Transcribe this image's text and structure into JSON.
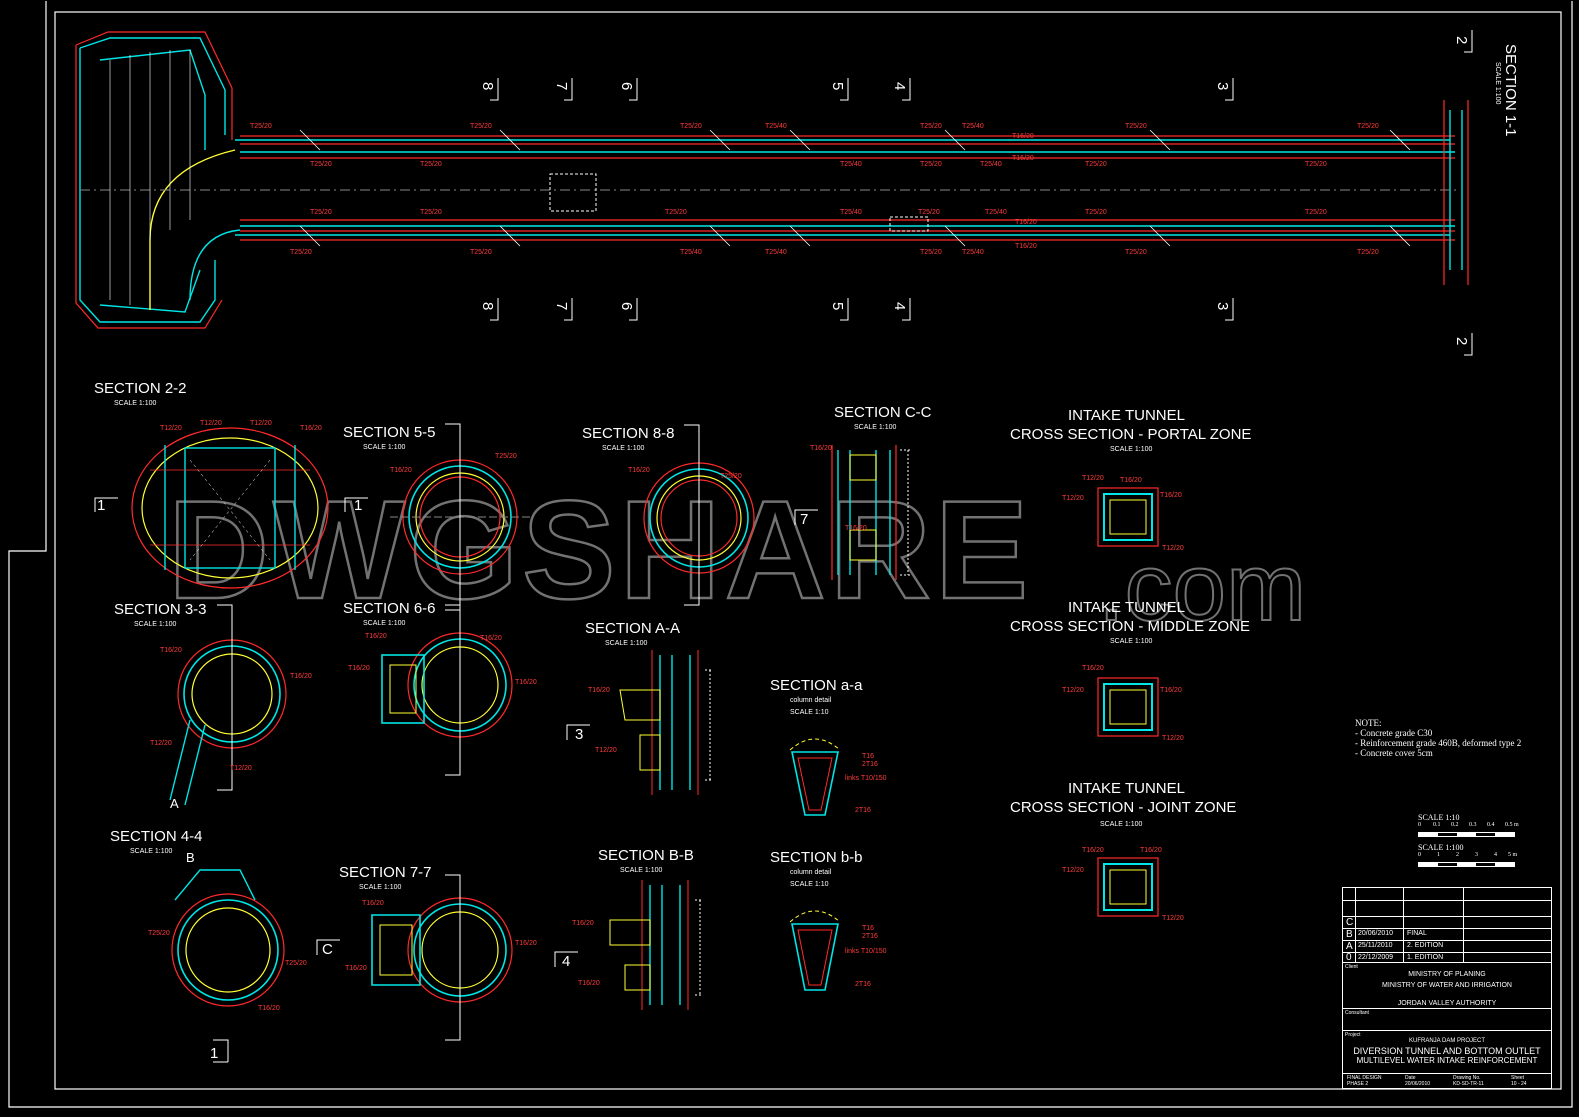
{
  "sections": {
    "s11": {
      "title": "SECTION 1-1",
      "scale": "SCALE 1:100"
    },
    "s22": {
      "title": "SECTION 2-2",
      "scale": "SCALE 1:100"
    },
    "s33": {
      "title": "SECTION 3-3",
      "scale": "SCALE 1:100"
    },
    "s44": {
      "title": "SECTION 4-4",
      "scale": "SCALE 1:100"
    },
    "s55": {
      "title": "SECTION 5-5",
      "scale": "SCALE 1:100"
    },
    "s66": {
      "title": "SECTION 6-6",
      "scale": "SCALE 1:100"
    },
    "s77": {
      "title": "SECTION 7-7",
      "scale": "SCALE 1:100"
    },
    "s88": {
      "title": "SECTION 8-8",
      "scale": "SCALE 1:100"
    },
    "sAA": {
      "title": "SECTION A-A",
      "scale": "SCALE 1:100"
    },
    "sBB": {
      "title": "SECTION B-B",
      "scale": "SCALE 1:100"
    },
    "sCC": {
      "title": "SECTION C-C",
      "scale": "SCALE 1:100"
    },
    "saa": {
      "title": "SECTION a-a",
      "sub": "column detail",
      "scale": "SCALE 1:10"
    },
    "sbb": {
      "title": "SECTION b-b",
      "sub": "column detail",
      "scale": "SCALE 1:10"
    }
  },
  "intake": {
    "portal": {
      "line1": "INTAKE TUNNEL",
      "line2": "CROSS SECTION - PORTAL ZONE",
      "scale": "SCALE 1:100"
    },
    "middle": {
      "line1": "INTAKE TUNNEL",
      "line2": "CROSS SECTION - MIDDLE ZONE",
      "scale": "SCALE 1:100"
    },
    "joint": {
      "line1": "INTAKE TUNNEL",
      "line2": "CROSS SECTION - JOINT ZONE",
      "scale": "SCALE 1:100"
    }
  },
  "cut_markers": {
    "top": [
      "8",
      "7",
      "6",
      "5",
      "4",
      "3",
      "2"
    ],
    "bottom": [
      "8",
      "7",
      "6",
      "5",
      "4",
      "3",
      "2"
    ],
    "side": {
      "one": "1",
      "three": "3",
      "four": "4",
      "seven": "7",
      "c": "C",
      "a": "A",
      "b": "B"
    }
  },
  "rebar_labels": {
    "t25_20": "T25/20",
    "t25_40": "T25/40",
    "t16_20": "T16/20",
    "t12_20": "T12/20",
    "t16": "T16",
    "two_t16": "2T16",
    "links": "links T10/150"
  },
  "note": {
    "heading": "NOTE:",
    "lines": [
      "- Concrete grade C30",
      "- Reinforcement grade 460B, deformed type 2",
      "- Concrete cover 5cm"
    ]
  },
  "scale_bars": {
    "s10": {
      "label": "SCALE 1:10",
      "ticks": [
        "0",
        "0.1",
        "0.2",
        "0.3",
        "0.4",
        "0.5 m"
      ]
    },
    "s100": {
      "label": "SCALE 1:100",
      "ticks": [
        "0",
        "1",
        "2",
        "3",
        "4",
        "5 m"
      ]
    }
  },
  "title_block": {
    "revisions": [
      {
        "rev": "C",
        "date": "",
        "desc": ""
      },
      {
        "rev": "B",
        "date": "20/06/2010",
        "desc": "FINAL"
      },
      {
        "rev": "A",
        "date": "25/11/2010",
        "desc": "2. EDITION"
      },
      {
        "rev": "0",
        "date": "22/12/2009",
        "desc": "1. EDITION"
      }
    ],
    "client_label": "Client",
    "client_lines": [
      "MINISTRY OF PLANING",
      "MINISTRY OF WATER AND IRRIGATION",
      "JORDAN VALLEY AUTHORITY"
    ],
    "consultant_label": "Consultant",
    "project_label": "Project",
    "project_lines": [
      "KUFRANJA DAM PROJECT",
      "DIVERSION TUNNEL AND BOTTOM OUTLET",
      "MULTILEVEL WATER INTAKE REINFORCEMENT"
    ],
    "footer": [
      "FINAL DESIGN",
      "PHASE 2",
      "Date",
      "20/06/2010",
      "Drawing No.",
      "KD-SD-TR-11",
      "Sheet",
      "10 - 24"
    ]
  },
  "watermark": {
    "big": "DWGSHARE",
    "small": ".com"
  },
  "colors": {
    "background": "#000000",
    "frame": "#ffffff",
    "rebar": "#ff2a2a",
    "concrete": "#00e5e5",
    "detail": "#ffff33",
    "hidden": "#cc44ff"
  }
}
